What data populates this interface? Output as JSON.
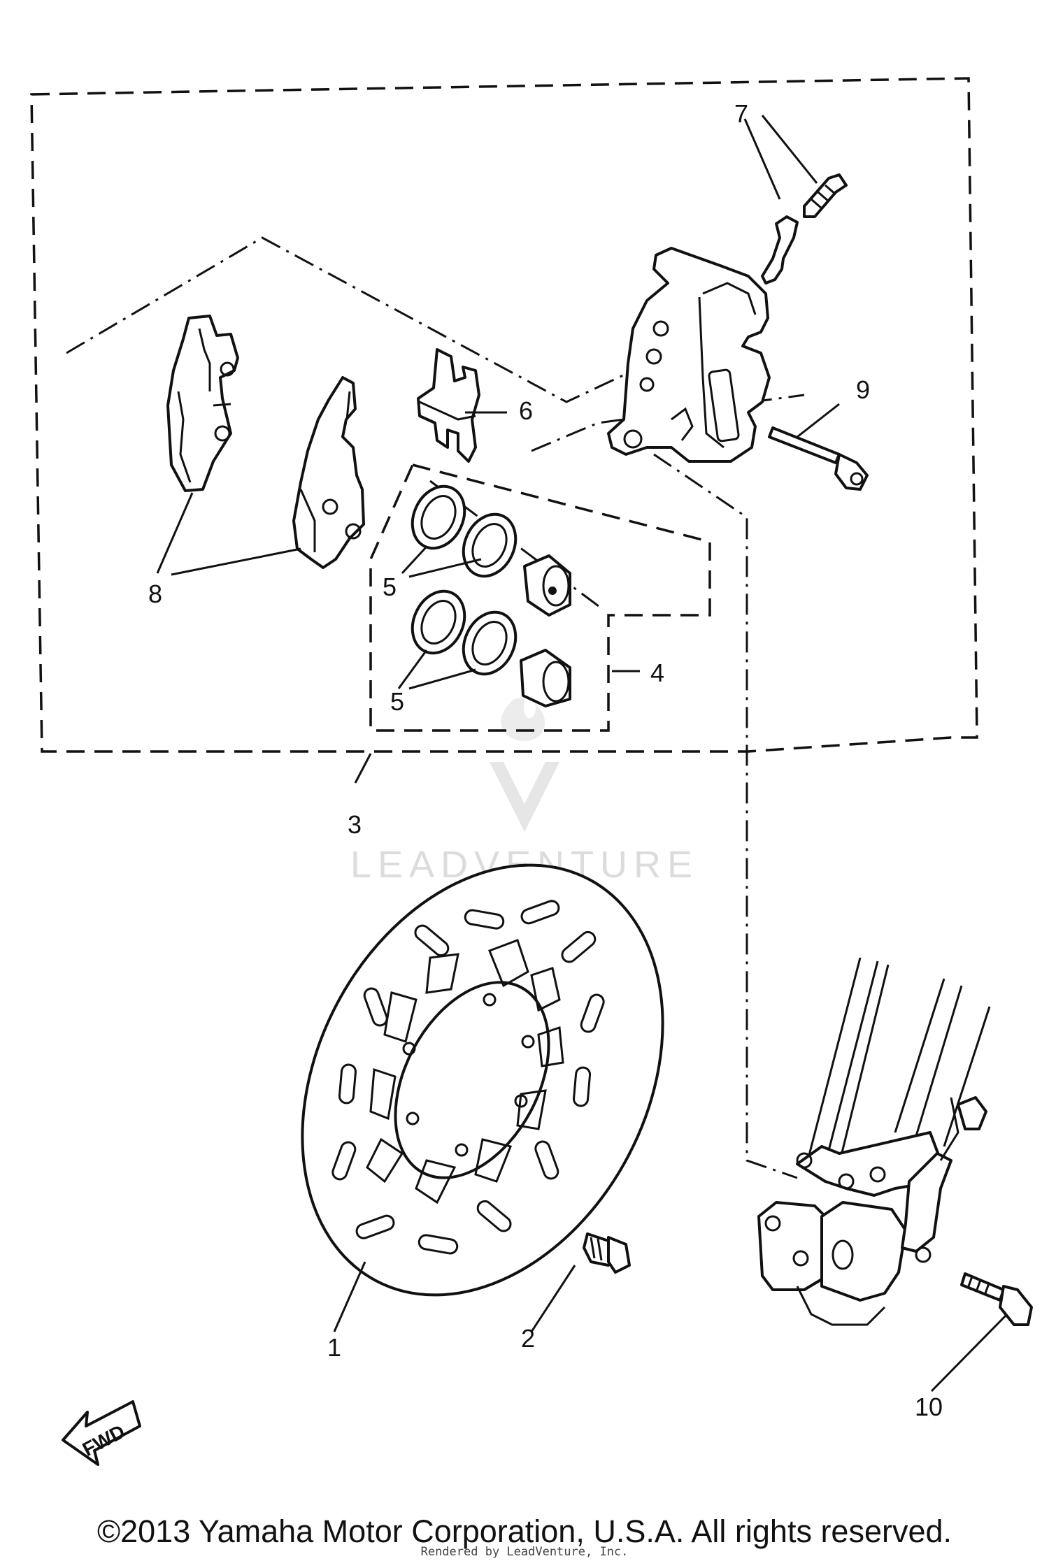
{
  "callouts": {
    "c1": "1",
    "c2": "2",
    "c3": "3",
    "c4": "4",
    "c5a": "5",
    "c5b": "5",
    "c6": "6",
    "c7": "7",
    "c8": "8",
    "c9": "9",
    "c10": "10"
  },
  "watermark": "LEADVENTURE",
  "fwd_label": "FWD",
  "copyright": "©2013 Yamaha Motor Corporation, U.S.A. All rights reserved.",
  "rendered_by": "Rendered by LeadVenture, Inc.",
  "colors": {
    "ink": "#111111",
    "watermark": "#dcdcdc",
    "background": "#ffffff"
  }
}
